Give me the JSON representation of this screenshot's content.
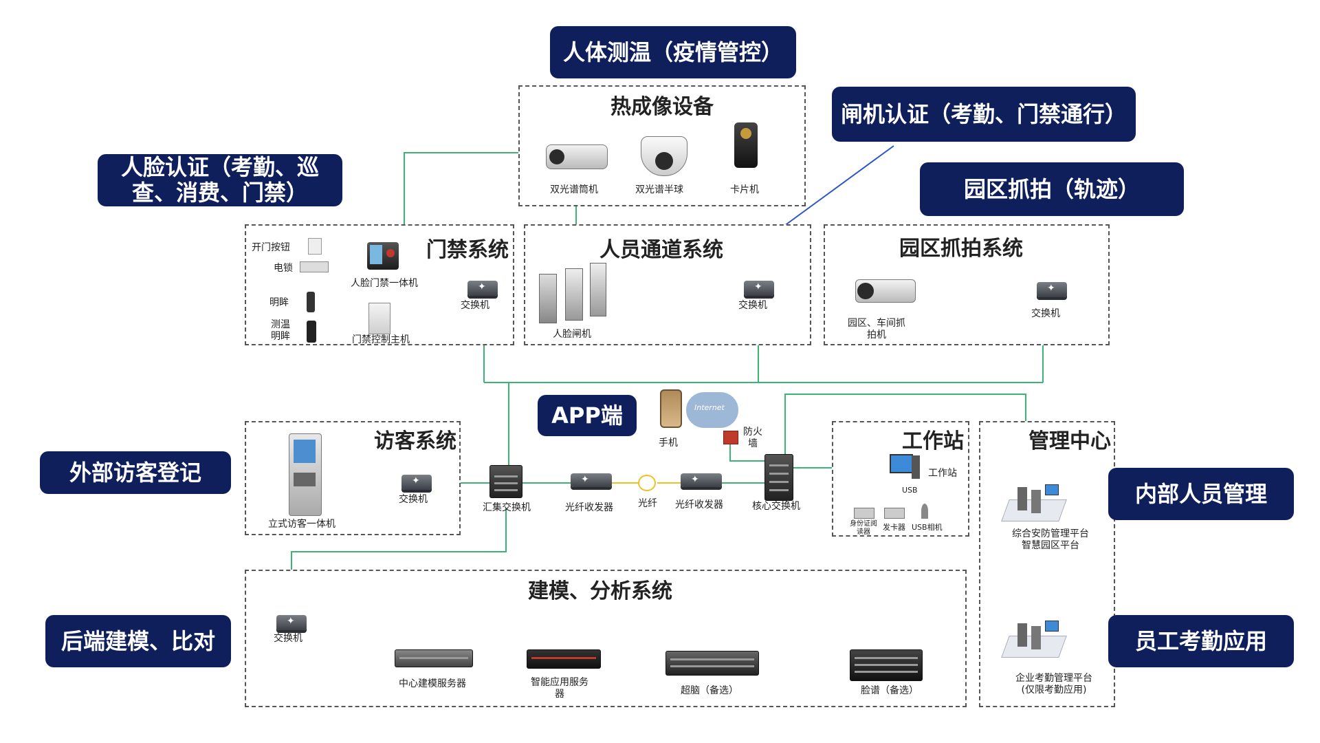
{
  "callouts": {
    "body_temp": "人体测温（疫情管控）",
    "face_auth": "人脸认证（考勤、巡查、消费、门禁）",
    "gate_auth": "闸机认证（考勤、门禁通行）",
    "park_snap": "园区抓拍（轨迹）",
    "app": "APP端",
    "visitor_reg": "外部访客登记",
    "internal_mgmt": "内部人员管理",
    "backend_model": "后端建模、比对",
    "staff_attendance": "员工考勤应用"
  },
  "thermal": {
    "title": "热成像设备",
    "devices": [
      "双光谱筒机",
      "双光谱半球",
      "卡片机"
    ]
  },
  "access_control": {
    "title": "门禁系统",
    "labels": {
      "open_button": "开门按钮",
      "lock": "电锁",
      "face_terminal": "人脸门禁一体机",
      "switch": "交换机",
      "reader": "明眸",
      "temp_reader": "测温明眸",
      "controller": "门禁控制主机"
    }
  },
  "passage": {
    "title": "人员通道系统",
    "gate": "人脸闸机",
    "switch": "交换机"
  },
  "park_capture": {
    "title": "园区抓拍系统",
    "camera": "园区、车间抓拍机",
    "switch": "交换机"
  },
  "center": {
    "phone": "手机",
    "internet": "Internet",
    "firewall": "防火墙",
    "agg_switch": "汇集交换机",
    "fiber_tx_1": "光纤收发器",
    "fiber": "光纤",
    "fiber_tx_2": "光纤收发器",
    "core_switch": "核心交换机"
  },
  "visitor": {
    "title": "访客系统",
    "kiosk": "立式访客一体机",
    "switch": "交换机"
  },
  "workstation": {
    "title": "工作站",
    "pc": "工作站",
    "usb": "USB",
    "id_reader": "身份证阅读器",
    "card_issuer": "发卡器",
    "usb_camera": "USB相机"
  },
  "management": {
    "title": "管理中心",
    "platform_1": "综合安防管理平台智慧园区平台",
    "platform_2": "企业考勤管理平台(仅限考勤应用)"
  },
  "modeling": {
    "title": "建模、分析系统",
    "switch": "交换机",
    "servers": [
      "中心建模服务器",
      "智能应用服务器",
      "超脑（备选）",
      "脸谱（备选）"
    ]
  },
  "colors": {
    "pill": "#0f1f5c",
    "link": "#3cb371",
    "arrow": "#2b56c9"
  }
}
